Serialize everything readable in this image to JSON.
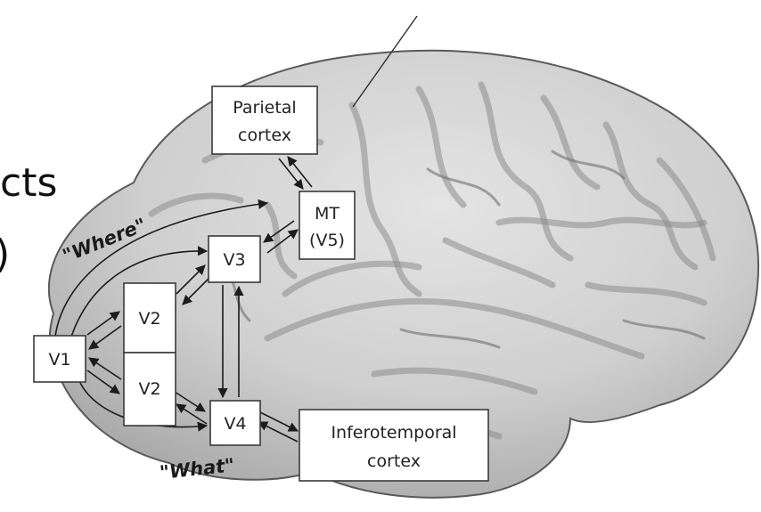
{
  "slide_fragments": {
    "fragment_1": "cts",
    "fragment_2": ")"
  },
  "boxes": {
    "parietal": [
      "Parietal",
      "cortex"
    ],
    "mt": [
      "MT",
      "(V5)"
    ],
    "v3": "V3",
    "v2_upper": "V2",
    "v2_lower": "V2",
    "v1": "V1",
    "v4": "V4",
    "inferotemporal": [
      "Inferotemporal",
      "cortex"
    ]
  },
  "pathways": {
    "where": "\"Where\"",
    "what": "\"What\""
  },
  "colors": {
    "brain_fill": "#c9c9c9",
    "brain_outline": "#5a5a5a",
    "box_fill": "#ffffff",
    "text": "#222222"
  }
}
